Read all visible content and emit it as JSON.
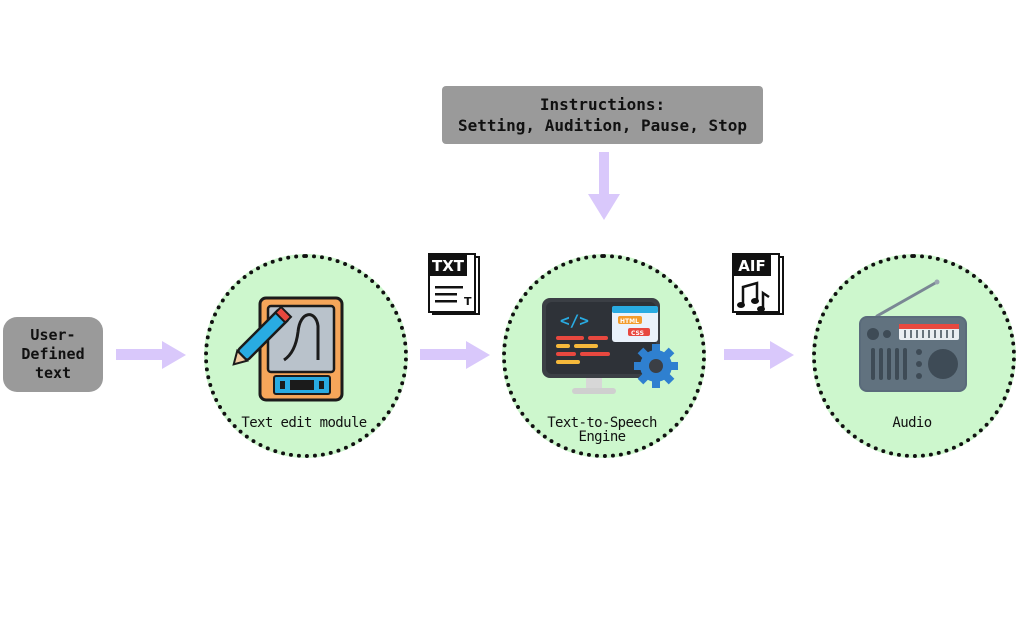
{
  "instructions": {
    "line1": "Instructions:",
    "line2": "Setting, Audition, Pause, Stop"
  },
  "input": {
    "line1": "User-",
    "line2": "Defined",
    "line3": "text"
  },
  "nodes": {
    "text_edit": {
      "label": "Text edit module",
      "icon": "tablet-pen-icon"
    },
    "tts": {
      "label_line1": "Text-to-Speech",
      "label_line2": "Engine",
      "icon": "code-monitor-gear-icon"
    },
    "audio": {
      "label": "Audio",
      "icon": "radio-icon"
    }
  },
  "files": {
    "txt": {
      "label": "TXT",
      "sub": "T",
      "icon": "txt-file-icon"
    },
    "aif": {
      "label": "AIF",
      "icon": "aif-music-file-icon"
    }
  },
  "colors": {
    "arrow": "#d9c8fb",
    "circle_fill": "#cdf7cd",
    "box_fill": "#9a9a9a"
  }
}
